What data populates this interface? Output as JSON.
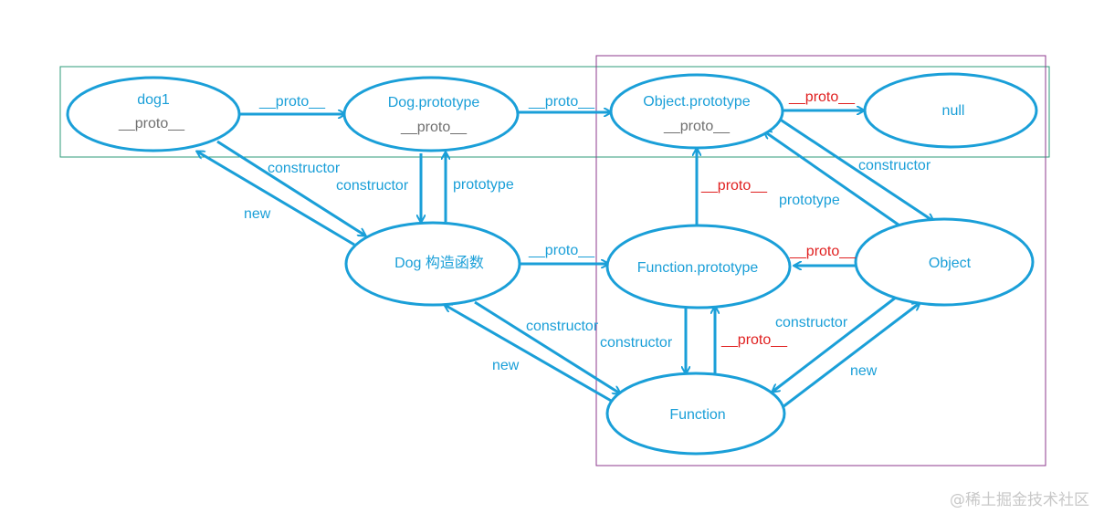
{
  "colors": {
    "node": "#1a9fd8",
    "text": "#1a9fd8",
    "proto_red": "#e02020",
    "sub_text": "#707070",
    "frame_green": "#2e9b78",
    "frame_purple": "#8e3a8e"
  },
  "nodes": {
    "dog1": {
      "title": "dog1",
      "sub": "__proto__"
    },
    "dog_prototype": {
      "title": "Dog.prototype",
      "sub": "__proto__"
    },
    "object_prototype": {
      "title": "Object.prototype",
      "sub": "__proto__"
    },
    "null": {
      "title": "null"
    },
    "dog_ctor": {
      "title": "Dog 构造函数"
    },
    "function_prototype": {
      "title": "Function.prototype"
    },
    "object": {
      "title": "Object"
    },
    "function": {
      "title": "Function"
    }
  },
  "edges": {
    "dog1_to_dogproto": "__proto__",
    "dogproto_to_objproto": "__proto__",
    "objproto_to_null": "__proto__",
    "dog1_constructor": "constructor",
    "dog1_new": "new",
    "dogproto_constructor": "constructor",
    "dogproto_prototype": "prototype",
    "dogctor_to_funcproto": "__proto__",
    "funcproto_to_objproto": "__proto__",
    "object_to_funcproto": "__proto__",
    "objproto_constructor": "constructor",
    "objproto_prototype": "prototype",
    "function_constructor_dog": "constructor",
    "function_new_dog": "new",
    "funcproto_constructor": "constructor",
    "function_to_funcproto": "__proto__",
    "object_constructor": "constructor",
    "object_new": "new"
  },
  "watermark": "@稀土掘金技术社区"
}
